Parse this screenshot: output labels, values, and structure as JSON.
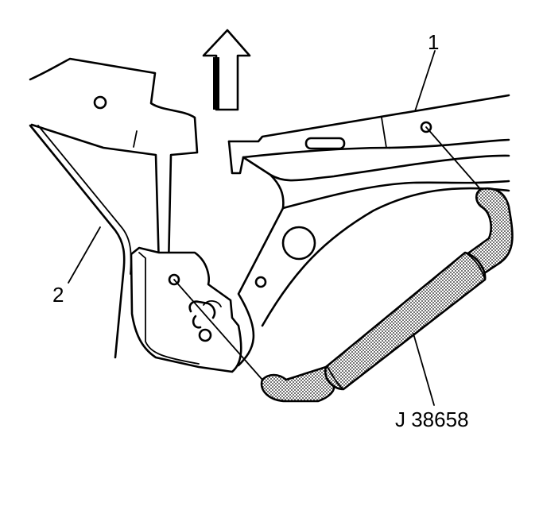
{
  "callouts": {
    "part_1": "1",
    "part_2": "2",
    "tool": "J 38658"
  },
  "colors": {
    "line": "#000000",
    "background": "#ffffff",
    "stipple": "#000000"
  }
}
